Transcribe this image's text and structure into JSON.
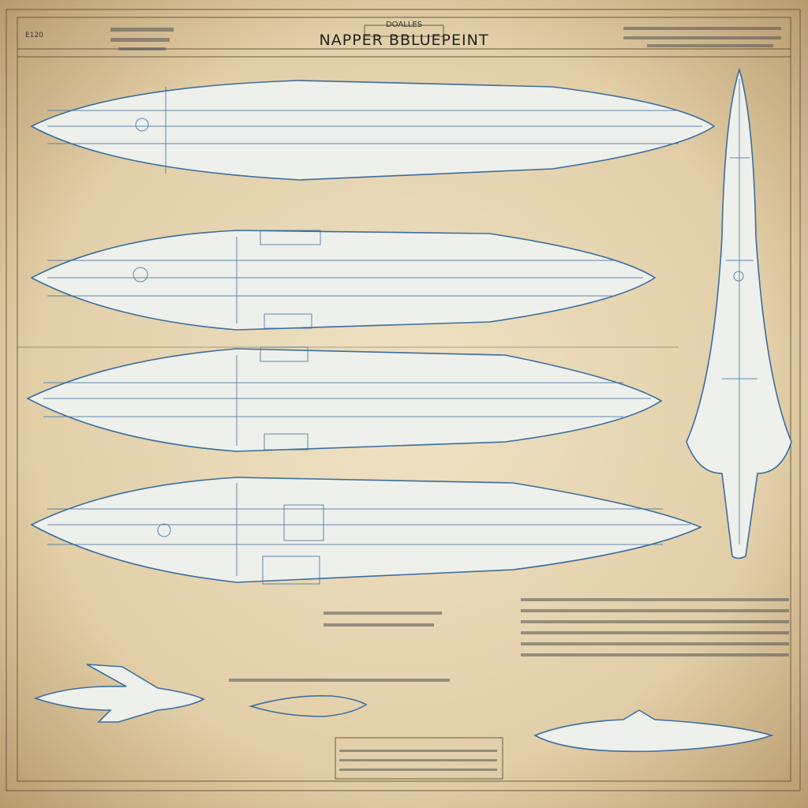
{
  "header": {
    "subtitle": "DOALLES",
    "title": "NAPPER BBLUEPEINT",
    "sheet_code": "E120"
  },
  "colors": {
    "paper": "#e8d8b8",
    "ink_blue": "#3b6e9e",
    "ship_fill": "#eef0ec",
    "frame": "#6b5a44"
  }
}
